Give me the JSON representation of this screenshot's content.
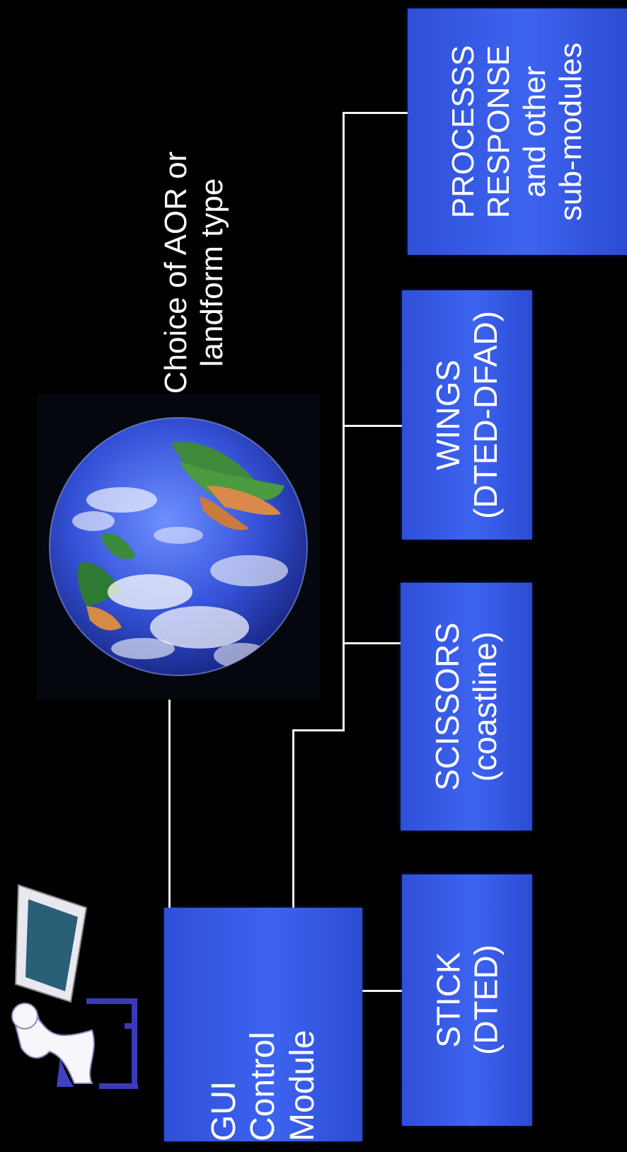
{
  "caption": {
    "line1": "Choice of AOR or",
    "line2": "landform type"
  },
  "gui_module": {
    "line1": "GUI",
    "line2": "Control",
    "line3": "Module"
  },
  "modules": [
    {
      "line1": "STICK",
      "line2": "(DTED)"
    },
    {
      "line1": "SCISSORS",
      "line2": "(coastline)"
    },
    {
      "line1": "WINGS",
      "line2": "(DTED-DFAD)"
    },
    {
      "line1": "PROCESSS",
      "line2": "RESPONSE",
      "line3": "and other",
      "line4": "sub-modules"
    }
  ],
  "colors": {
    "box_blue": "#3a5cec",
    "background": "#000000",
    "connector": "#f2f2f2"
  },
  "icons": {
    "user": "person-at-computer-icon",
    "globe": "earth-globe-image"
  }
}
